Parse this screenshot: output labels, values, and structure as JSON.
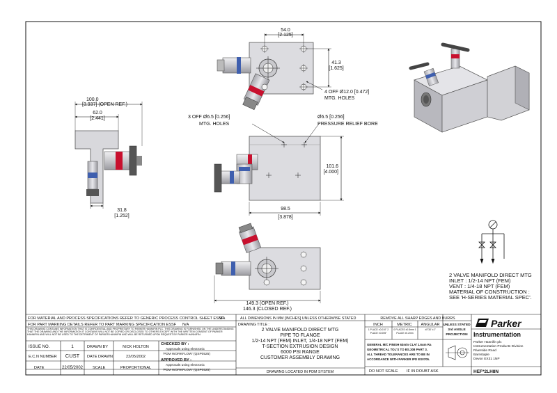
{
  "top_view": {
    "dim_width": "54.0",
    "dim_width_in": "[2.125]",
    "dim_height": "41.3",
    "dim_height_in": "[1.625]",
    "note_line1": "4 OFF Ø12.0 [0.472]",
    "note_line2": "MTG. HOLES"
  },
  "side_view": {
    "dim_open": "100.0",
    "dim_open_in": "[3.937] (OPEN REF.)",
    "dim_62": "62.0",
    "dim_62_in": "[2.441]",
    "dim_31": "31.8",
    "dim_31_in": "[1.252]"
  },
  "front_view": {
    "note_mtg_line1": "3 OFF Ø6.5 [0.256]",
    "note_mtg_line2": "MTG. HOLES",
    "note_relief_line1": "Ø6.5 [0.256]",
    "note_relief_line2": "PRESSURE RELIEF BORE",
    "dim_height": "101.6",
    "dim_height_in": "[4.000]",
    "dim_width": "98.5",
    "dim_width_in": "[3.878]"
  },
  "bottom_view": {
    "dim_open": "149.3 (OPEN REF.)",
    "dim_closed": "146.3 (CLOSED REF.)"
  },
  "spec": {
    "line1": "2 VALVE MANIFOLD DIRECT MTG",
    "line2": "INLET : 1/2-14 NPT (FEM)",
    "line3": "VENT : 1/4-18 NPT (FEM)",
    "line4": "MATERIAL OF CONSTRUCTION :",
    "line5": "SEE 'H-SERIES MATERIAL SPEC'."
  },
  "title_block": {
    "material_note": "FOR MATERIAL AND PROCESS SPECIFICATIONS REFER TO GENERIC PROCESS CONTROL SHEET ESSF",
    "material_val": "N/A",
    "marking_note": "FOR PART MARKING DETAILS REFER TO PART MARKING SPECIFICATION ESSF",
    "marking_val": "N/A",
    "confidential": "THIS DRAWING CONTAINS INFORMATION THAT IS CONFIDENTIAL AND PROPRIETARY TO PARKER HANNIFIN PLC. THIS DRAWING IS FURNISHED ON THE UNDERSTANDING THAT THE DRAWING AND THE INFORMATION IT CONTAINS WILL NOT BE COPIED OR DISCLOSED TO OTHERS EXCEPT WITH THE WRITTEN CONSENT OF PARKER HANNIFIN AND WILL NOT BE USED TO THE DETRIMENT OF PARKER HANNIFIN AND WILL BE RETURNED UPON REQUEST BY PARKER HANNIFIN.",
    "issue_label": "ISSUE NO.",
    "issue_val": "1",
    "drawn_label": "DRAWN BY",
    "drawn_val": "NICK HOLTON",
    "ecn_label": "E.C.N NUMBER",
    "ecn_val": "CUST",
    "date_drawn_label": "DATE DRAWN",
    "date_drawn_val": "22/05/2002",
    "date_label": "DATE",
    "date_val": "22/05/2002",
    "scale_label": "SCALE",
    "scale_val": "PROPORTIONAL",
    "checked_label": "CHECKED BY :",
    "checked_sub": "Approvals using electronic",
    "checked_pdm": "'PDM WORKFLOW' (QSP0525)",
    "approved_label": "APPROVED BY :",
    "approved_sub": "Approvals using electronic",
    "approved_pdm": "'PDM WORKFLOW' (QSP0525)",
    "dims_note": "ALL DIMENSIONS IN MM [INCHES] UNLESS OTHERWISE STATED",
    "title_label": "DRAWING TITLE :",
    "title_lines": [
      "2 VALVE MANIFOLD DIRECT MTG",
      "PIPE TO FLANGE",
      "1/2-14 NPT (FEM) INLET, 1/4-18 NPT (FEM)",
      "T-SECTION EXTRUSION DESIGN",
      "6000 PSI RANGE",
      "CUSTOMER ASSEMBLY DRAWING"
    ],
    "pdm_location": "DRAWING LOCATED IN PDM SYSTEM",
    "burrs": "REMOVE ALL SHARP EDGES AND BURRS",
    "col_inch": "INCH",
    "col_metric": "METRIC",
    "col_angular": "ANGULAR",
    "tol_inch": "1 PLACE ±0.010\"  2 PLACE ±0.005\"",
    "tol_metric": "0 PLACES ±0.5mm  1 PLACE ±0.2mm",
    "tol_angular": "±0°30'  ±1°",
    "projection_line1": "UNLESS STATED",
    "projection_line2": "3rd ANGLE",
    "projection_line3": "PROJECTION",
    "finish_line1": "GENERAL M/C FINISH 63min CLA/ 1.6um Ra",
    "finish_line2": "GEOMETRICAL TOL'S TO BS.308 PART 3.",
    "finish_line3": "ALL THREAD TOLERANCES ARE TO BE IN",
    "finish_line4": "ACCORDANCE WITH PARKER IPD ES0705.",
    "not_scale": "DO NOT SCALE",
    "if_doubt": "IF IN DOUBT ASK",
    "brand": "Parker",
    "division": "Instrumentation",
    "address": [
      "Parker Hannifin plc",
      "Instrumentation Products Division",
      "Riverside Road",
      "Barnstaple",
      "Devon EX31 1NP"
    ],
    "part_no": "HEF*2LH8N"
  },
  "colors": {
    "body_fill": "#d8d8dc",
    "body_edge": "#555555",
    "valve_red": "#c8102e",
    "valve_blue": "#3f5fae",
    "handle_dark": "#444444",
    "line": "#111111"
  }
}
